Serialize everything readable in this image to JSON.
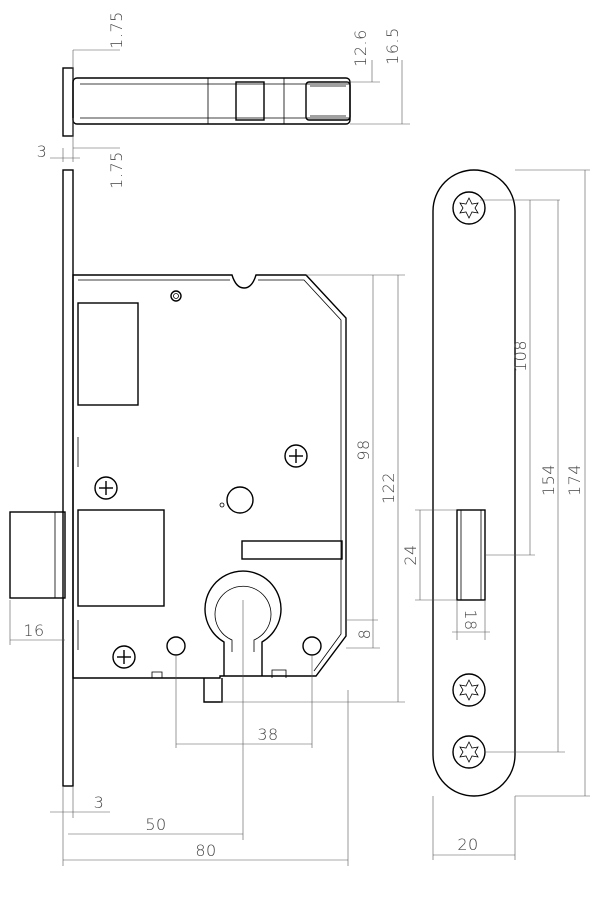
{
  "diagram": {
    "top_view": {
      "dim_1_75_top": "1.75",
      "dim_12_6": "12.6",
      "dim_16_5": "16.5",
      "dim_3": "3",
      "dim_1_75_bottom": "1.75"
    },
    "front_view": {
      "dim_98": "98",
      "dim_122": "122",
      "dim_8": "8",
      "dim_16": "16",
      "dim_38": "38",
      "dim_3": "3",
      "dim_50": "50",
      "dim_80": "80"
    },
    "strike_plate": {
      "dim_108": "108",
      "dim_154": "154",
      "dim_174": "174",
      "dim_24": "24",
      "dim_18": "18",
      "dim_20": "20"
    }
  }
}
